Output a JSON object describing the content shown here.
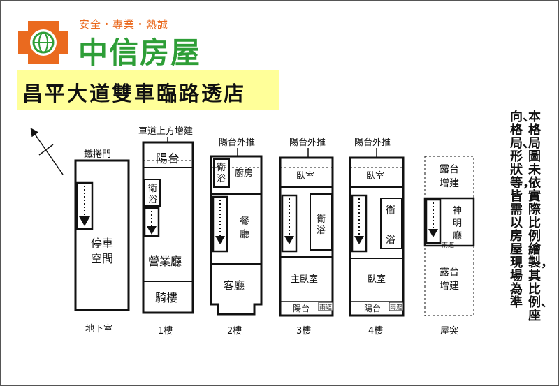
{
  "brand": {
    "slogan": "安全・專業・熱誠",
    "name": "中信房屋",
    "colors": {
      "orange": "#ea6a1f",
      "green": "#2e9e37"
    }
  },
  "store_name": "昌平大道雙車臨路透店",
  "disclaimer": {
    "col1": "本格局圖未依實際比例繪製，其比例、座",
    "col2": "向、格局、形狀等，皆需以房屋現場為準"
  },
  "floors": {
    "basement": {
      "label": "地下室",
      "rolling_door": "鐵捲門",
      "parking": "停車",
      "space": "空間"
    },
    "f1": {
      "label": "1樓",
      "extension": "車道上方增建",
      "balcony": "陽台",
      "bath_a": "衛",
      "bath_b": "浴",
      "business_hall": "營業廳",
      "arcade": "騎樓"
    },
    "f2": {
      "label": "2樓",
      "push_out": "陽台外推",
      "bath_a": "衛",
      "bath_b": "浴",
      "kitchen": "廚房",
      "dining_a": "餐",
      "dining_b": "廳",
      "living": "客廳"
    },
    "f3": {
      "label": "3樓",
      "push_out": "陽台外推",
      "bedroom": "臥室",
      "bath_a": "衛",
      "bath_b": "浴",
      "master": "主臥室",
      "balcony": "陽台",
      "rain_shelter": "雨遮"
    },
    "f4": {
      "label": "4樓",
      "push_out": "陽台外推",
      "bedroom": "臥室",
      "bath_a": "衛",
      "bath_b": "浴",
      "bedroom2": "臥室",
      "balcony": "陽台",
      "rain_shelter": "雨遮"
    },
    "roof": {
      "label": "屋突",
      "terrace_a": "露台",
      "ext_a": "增建",
      "shrine_a": "神",
      "shrine_b": "明",
      "shrine_c": "廳",
      "rain_shelter": "雨遮",
      "terrace_b": "露台",
      "ext_b": "增建"
    }
  }
}
